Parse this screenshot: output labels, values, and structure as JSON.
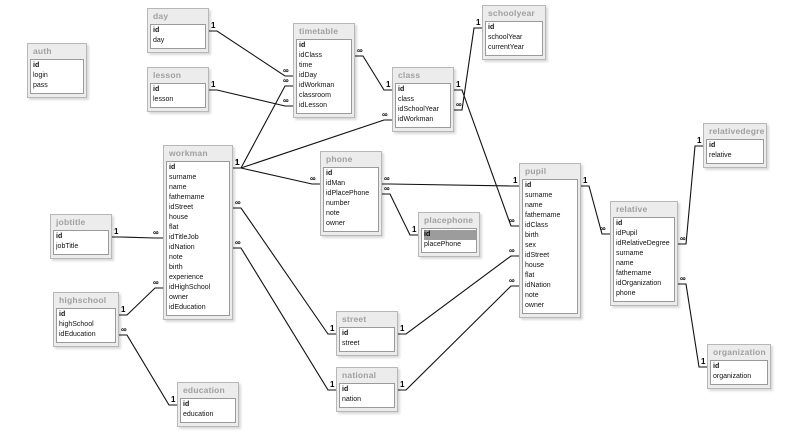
{
  "tables": {
    "auth": {
      "title": "auth",
      "fields": [
        "id",
        "login",
        "pass"
      ]
    },
    "day": {
      "title": "day",
      "fields": [
        "id",
        "day"
      ]
    },
    "lesson": {
      "title": "lesson",
      "fields": [
        "id",
        "lesson"
      ]
    },
    "timetable": {
      "title": "timetable",
      "fields": [
        "id",
        "idClass",
        "time",
        "idDay",
        "idWorkman",
        "classroom",
        "idLesson"
      ]
    },
    "schoolyear": {
      "title": "schoolyear",
      "fields": [
        "id",
        "schoolYear",
        "currentYear"
      ]
    },
    "class": {
      "title": "class",
      "fields": [
        "id",
        "class",
        "idSchoolYear",
        "idWorkman"
      ]
    },
    "relativedegree": {
      "title": "relativedegree",
      "fields": [
        "id",
        "relative"
      ]
    },
    "workman": {
      "title": "workman",
      "fields": [
        "id",
        "surname",
        "name",
        "fathername",
        "idStreet",
        "house",
        "flat",
        "idTitleJob",
        "idNation",
        "note",
        "birth",
        "experience",
        "idHighSchool",
        "owner",
        "idEducation"
      ]
    },
    "phone": {
      "title": "phone",
      "fields": [
        "id",
        "idMan",
        "idPlacePhone",
        "number",
        "note",
        "owner"
      ]
    },
    "pupil": {
      "title": "pupil",
      "fields": [
        "id",
        "surname",
        "name",
        "fathername",
        "idClass",
        "birth",
        "sex",
        "idStreet",
        "house",
        "flat",
        "idNation",
        "note",
        "owner"
      ]
    },
    "relative": {
      "title": "relative",
      "fields": [
        "id",
        "idPupil",
        "idRelativeDegree",
        "surname",
        "name",
        "fathername",
        "idOrganization",
        "phone"
      ]
    },
    "jobtitle": {
      "title": "jobtitle",
      "fields": [
        "id",
        "jobTitle"
      ]
    },
    "placephone": {
      "title": "placephone",
      "fields": [
        "id",
        "placePhone"
      ]
    },
    "highschool": {
      "title": "highschool",
      "fields": [
        "id",
        "highSchool",
        "idEducation"
      ]
    },
    "street": {
      "title": "street",
      "fields": [
        "id",
        "street"
      ]
    },
    "organization": {
      "title": "organization",
      "fields": [
        "id",
        "organization"
      ]
    },
    "national": {
      "title": "national",
      "fields": [
        "id",
        "nation"
      ]
    },
    "education": {
      "title": "education",
      "fields": [
        "id",
        "education"
      ]
    }
  },
  "cardinality": {
    "one": "1",
    "many": "∞"
  },
  "selected_field": {
    "table": "placephone",
    "field": "id"
  }
}
